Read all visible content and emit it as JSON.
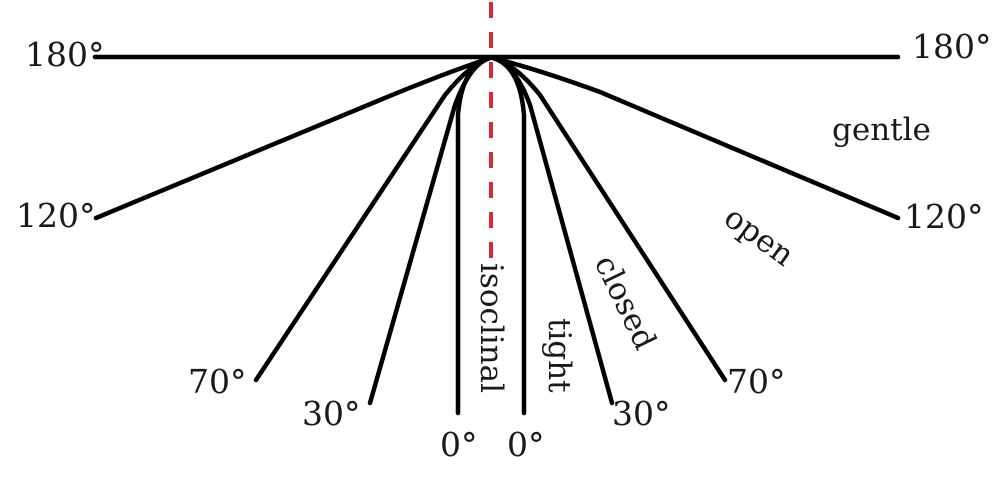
{
  "colors": {
    "limb": "#000000",
    "axial_plane": "#d42a35",
    "text": "#1a1a1a"
  },
  "angle_labels": {
    "left_180": "180°",
    "right_180": "180°",
    "left_120": "120°",
    "right_120": "120°",
    "left_70": "70°",
    "right_70": "70°",
    "left_30": "30°",
    "right_30": "30°",
    "left_0": "0°",
    "right_0": "0°"
  },
  "class_labels": {
    "gentle": "gentle",
    "open": "open",
    "closed": "closed",
    "tight": "tight",
    "isoclinal": "isoclinal"
  }
}
